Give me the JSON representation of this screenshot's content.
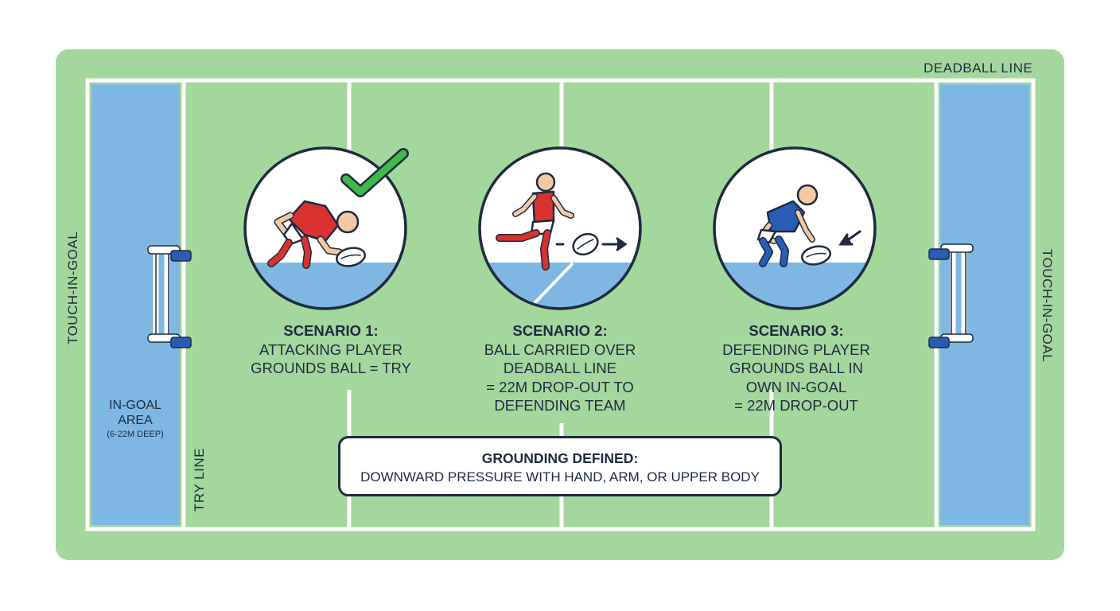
{
  "field": {
    "deadball_line_label": "DEADBALL LINE",
    "touch_in_goal_left": "TOUCH-IN-GOAL",
    "touch_in_goal_right": "TOUCH-IN-GOAL",
    "try_line_label": "TRY LINE",
    "in_goal_area_label": "IN-GOAL AREA",
    "in_goal_depth": "(6-22M DEEP)",
    "colors": {
      "grass": "#a3d89c",
      "in_goal": "#7fb7e3",
      "lines": "#ffffff",
      "outline": "#1f2a40"
    }
  },
  "scenarios": [
    {
      "title": "SCENARIO 1:",
      "description": "ATTACKING PLAYER\nGROUNDS BALL = TRY",
      "player_team_color": "#d9322e",
      "indicator": "check-icon"
    },
    {
      "title": "SCENARIO 2:",
      "description": "BALL CARRIED OVER\nDEADBALL LINE\n= 22M DROP-OUT TO\nDEFENDING TEAM",
      "player_team_color": "#d9322e",
      "indicator": "arrow-right-icon"
    },
    {
      "title": "SCENARIO 3:",
      "description": "DEFENDING PLAYER\nGROUNDS BALL IN\nOWN IN-GOAL\n= 22M DROP-OUT",
      "player_team_color": "#2a5cb3",
      "indicator": "arrow-down-left-icon"
    }
  ],
  "definition": {
    "title": "GROUNDING DEFINED:",
    "text": "DOWNWARD PRESSURE WITH HAND, ARM, OR UPPER BODY"
  }
}
